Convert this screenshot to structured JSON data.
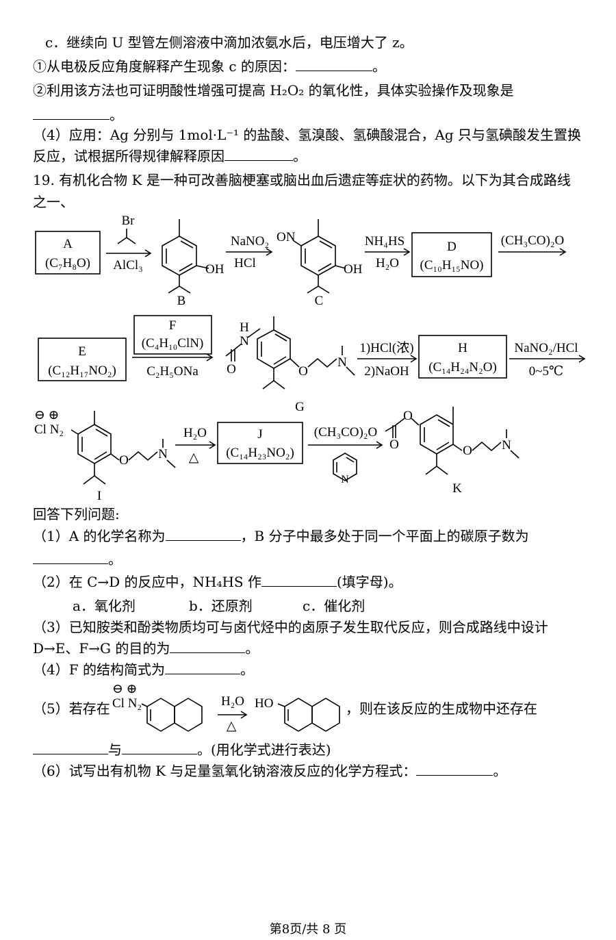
{
  "text": {
    "c_line": "c．继续向 U 型管左侧溶液中滴加浓氨水后，电压增大了 z。",
    "q1": "①从电极反应角度解释产生现象 c 的原因：",
    "q1_end": "。",
    "q2": "②利用该方法也可证明酸性增强可提高 H₂O₂ 的氧化性，具体实验操作及现象是",
    "q2_end": "。",
    "q4a": "（4）应用：Ag 分别与 1mol·L⁻¹ 的盐酸、氢溴酸、氢碘酸混合，Ag 只与氢碘酸发生置换",
    "q4b": "反应，试根据所得规律解释原因",
    "q4b_end": "。",
    "q19a": "19. 有机化合物 K 是一种可改善脑梗塞或脑出血后遗症等症状的药物。以下为其合成路线",
    "q19b": "之一、"
  },
  "scheme": {
    "A_label": "A",
    "A_formula": "(C₇H₈O)",
    "reagent1_top": "Br",
    "reagent1_bottom": "AlCl₃",
    "B_oh": "OH",
    "B_label": "B",
    "reagent2_top": "NaNO₂",
    "reagent2_bottom": "HCl",
    "C_on": "ON",
    "C_oh": "OH",
    "C_label": "C",
    "reagent3_top": "NH₄HS",
    "reagent3_bottom": "H₂O",
    "D_label": "D",
    "D_formula": "(C₁₀H₁₅NO)",
    "reagent4_top": "(CH₃CO)₂O",
    "E_label": "E",
    "E_formula": "(C₁₂H₁₇NO₂)",
    "F_label": "F",
    "F_formula": "(C₄H₁₀ClN)",
    "reagent5_bottom": "C₂H₅ONa",
    "G_h": "H",
    "G_n": "N",
    "G_o": "O",
    "G_ether_o": "O",
    "G_amine_n": "N",
    "G_label": "G",
    "reagent6_top": "1)HCl(浓)",
    "reagent6_bottom": "2)NaOH",
    "H_label": "H",
    "H_formula": "(C₁₄H₂₄N₂O)",
    "reagent7_top": "NaNO₂/HCl",
    "reagent7_bottom": "0~5℃",
    "I_charges": "⊖ ⊕",
    "I_cln2": "Cl N₂",
    "I_o": "O",
    "I_n": "N",
    "I_label": "I",
    "reagent8_top": "H₂O",
    "reagent8_bottom": "△",
    "J_label": "J",
    "J_formula": "(C₁₄H₂₃NO₂)",
    "reagent9_top": "(CH₃CO)₂O",
    "pyridine_n": "N",
    "K_o1": "O",
    "K_o2": "O",
    "K_o3": "O",
    "K_n": "N",
    "K_label": "K"
  },
  "questions": {
    "intro": "回答下列问题:",
    "p1a": "（1）A 的化学名称为",
    "p1b": "，B 分子中最多处于同一个平面上的碳原子数为",
    "p1_end": "。",
    "p2a": "（2）在 C→D 的反应中，NH₄HS 作",
    "p2b": "(填字母)。",
    "opt_a": "a．氧化剂",
    "opt_b": "b．还原剂",
    "opt_c": "c．催化剂",
    "p3a": "（3）已知胺类和酚类物质均可与卤代烃中的卤原子发生取代反应，则合成路线中设计",
    "p3b": "D→E、F→G 的目的为",
    "p3_end": "。",
    "p4": "（4）F 的结构简式为",
    "p4_end": "。",
    "p5a": "（5）若存在",
    "p5_charges": "⊖ ⊕",
    "p5_cln2": "Cl N₂",
    "p5_reagent_top": "H₂O",
    "p5_reagent_bottom": "△",
    "p5_ho": "HO",
    "p5b": "，则在该反应的生成物中还存在",
    "p5c": "与",
    "p5d": "。(用化学式进行表达)",
    "p6": "（6）试写出有机物 K 与足量氢氧化钠溶液反应的化学方程式：",
    "p6_end": "。"
  },
  "footer": "第8页/共 8 页"
}
